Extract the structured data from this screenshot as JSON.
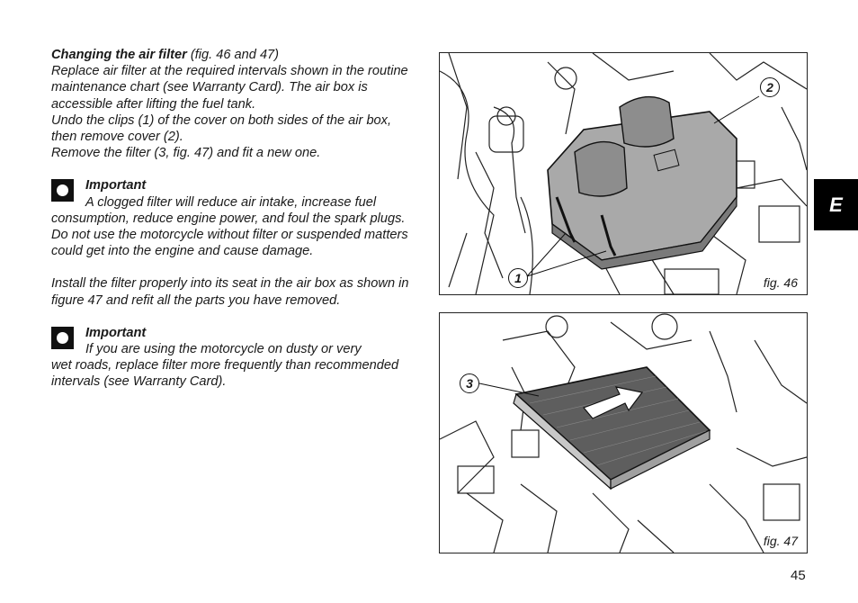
{
  "section": {
    "heading": "Changing the air filter",
    "heading_ref": " (fig. 46 and 47)",
    "paragraphs": [
      "Replace air filter at the required intervals shown in the routine maintenance chart (see Warranty Card). The air box is accessible after lifting the fuel tank.",
      "Undo the clips (1) of the cover on both sides of the air box, then remove cover (2).",
      "Remove the filter (3, fig. 47) and fit a new one."
    ]
  },
  "important_1": {
    "title": "Important",
    "first_line": "A clogged filter will reduce air intake, increase fuel",
    "rest": "consumption, reduce engine power, and foul the spark plugs. Do not use the motorcycle without filter or suspended matters could get into the engine and cause damage."
  },
  "install_text": "Install the filter properly into its seat in the air box as shown in figure 47 and refit all the parts you have removed.",
  "important_2": {
    "title": "Important",
    "first_line": "If you are using the motorcycle on dusty or very",
    "rest": "wet roads, replace filter more frequently than recommended intervals (see Warranty Card)."
  },
  "figure_46": {
    "caption": "fig. 46",
    "callouts": [
      "2",
      "1"
    ]
  },
  "figure_47": {
    "caption": "fig. 47",
    "callouts": [
      "3"
    ]
  },
  "side_tab": "E",
  "page_number": "45"
}
